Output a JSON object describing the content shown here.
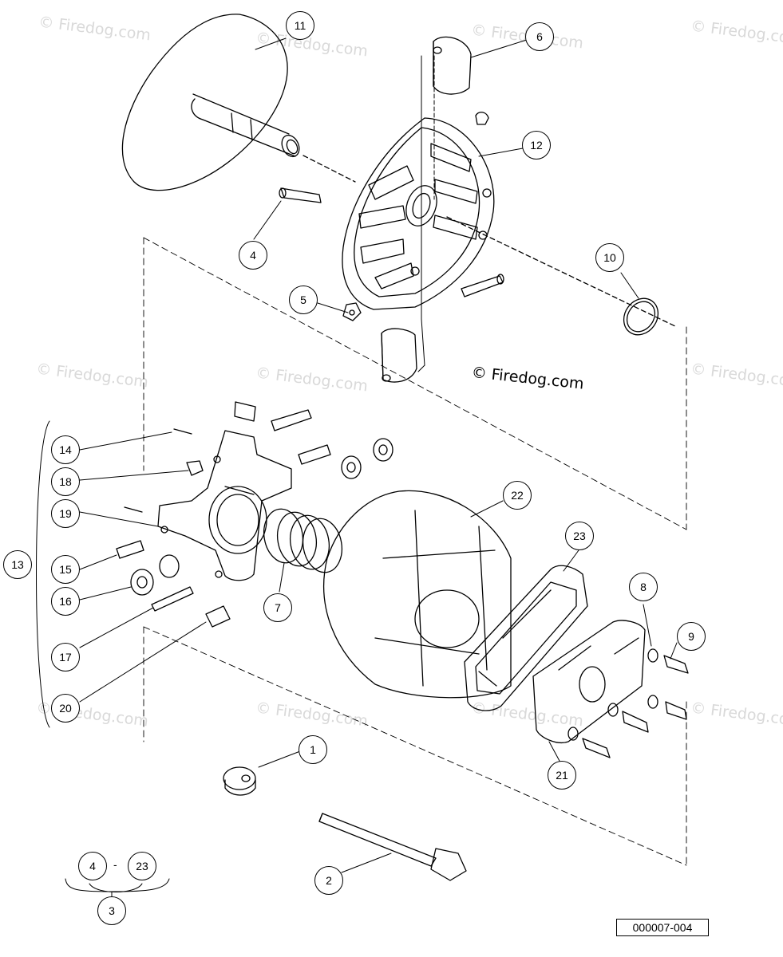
{
  "watermark": "© Firedog.com",
  "copyright": "© Firedog.com",
  "reference_code": "000007-004",
  "range_separator": "-",
  "callouts": {
    "c1": "1",
    "c2": "2",
    "c3": "3",
    "c4": "4",
    "c4b": "4",
    "c5": "5",
    "c6": "6",
    "c7": "7",
    "c8": "8",
    "c9": "9",
    "c10": "10",
    "c11": "11",
    "c12": "12",
    "c13": "13",
    "c14": "14",
    "c15": "15",
    "c16": "16",
    "c17": "17",
    "c18": "18",
    "c19": "19",
    "c20": "20",
    "c21": "21",
    "c22": "22",
    "c23": "23",
    "c23b": "23"
  },
  "colors": {
    "line": "#000000",
    "watermark": "#d9d9d9",
    "background": "#ffffff"
  }
}
